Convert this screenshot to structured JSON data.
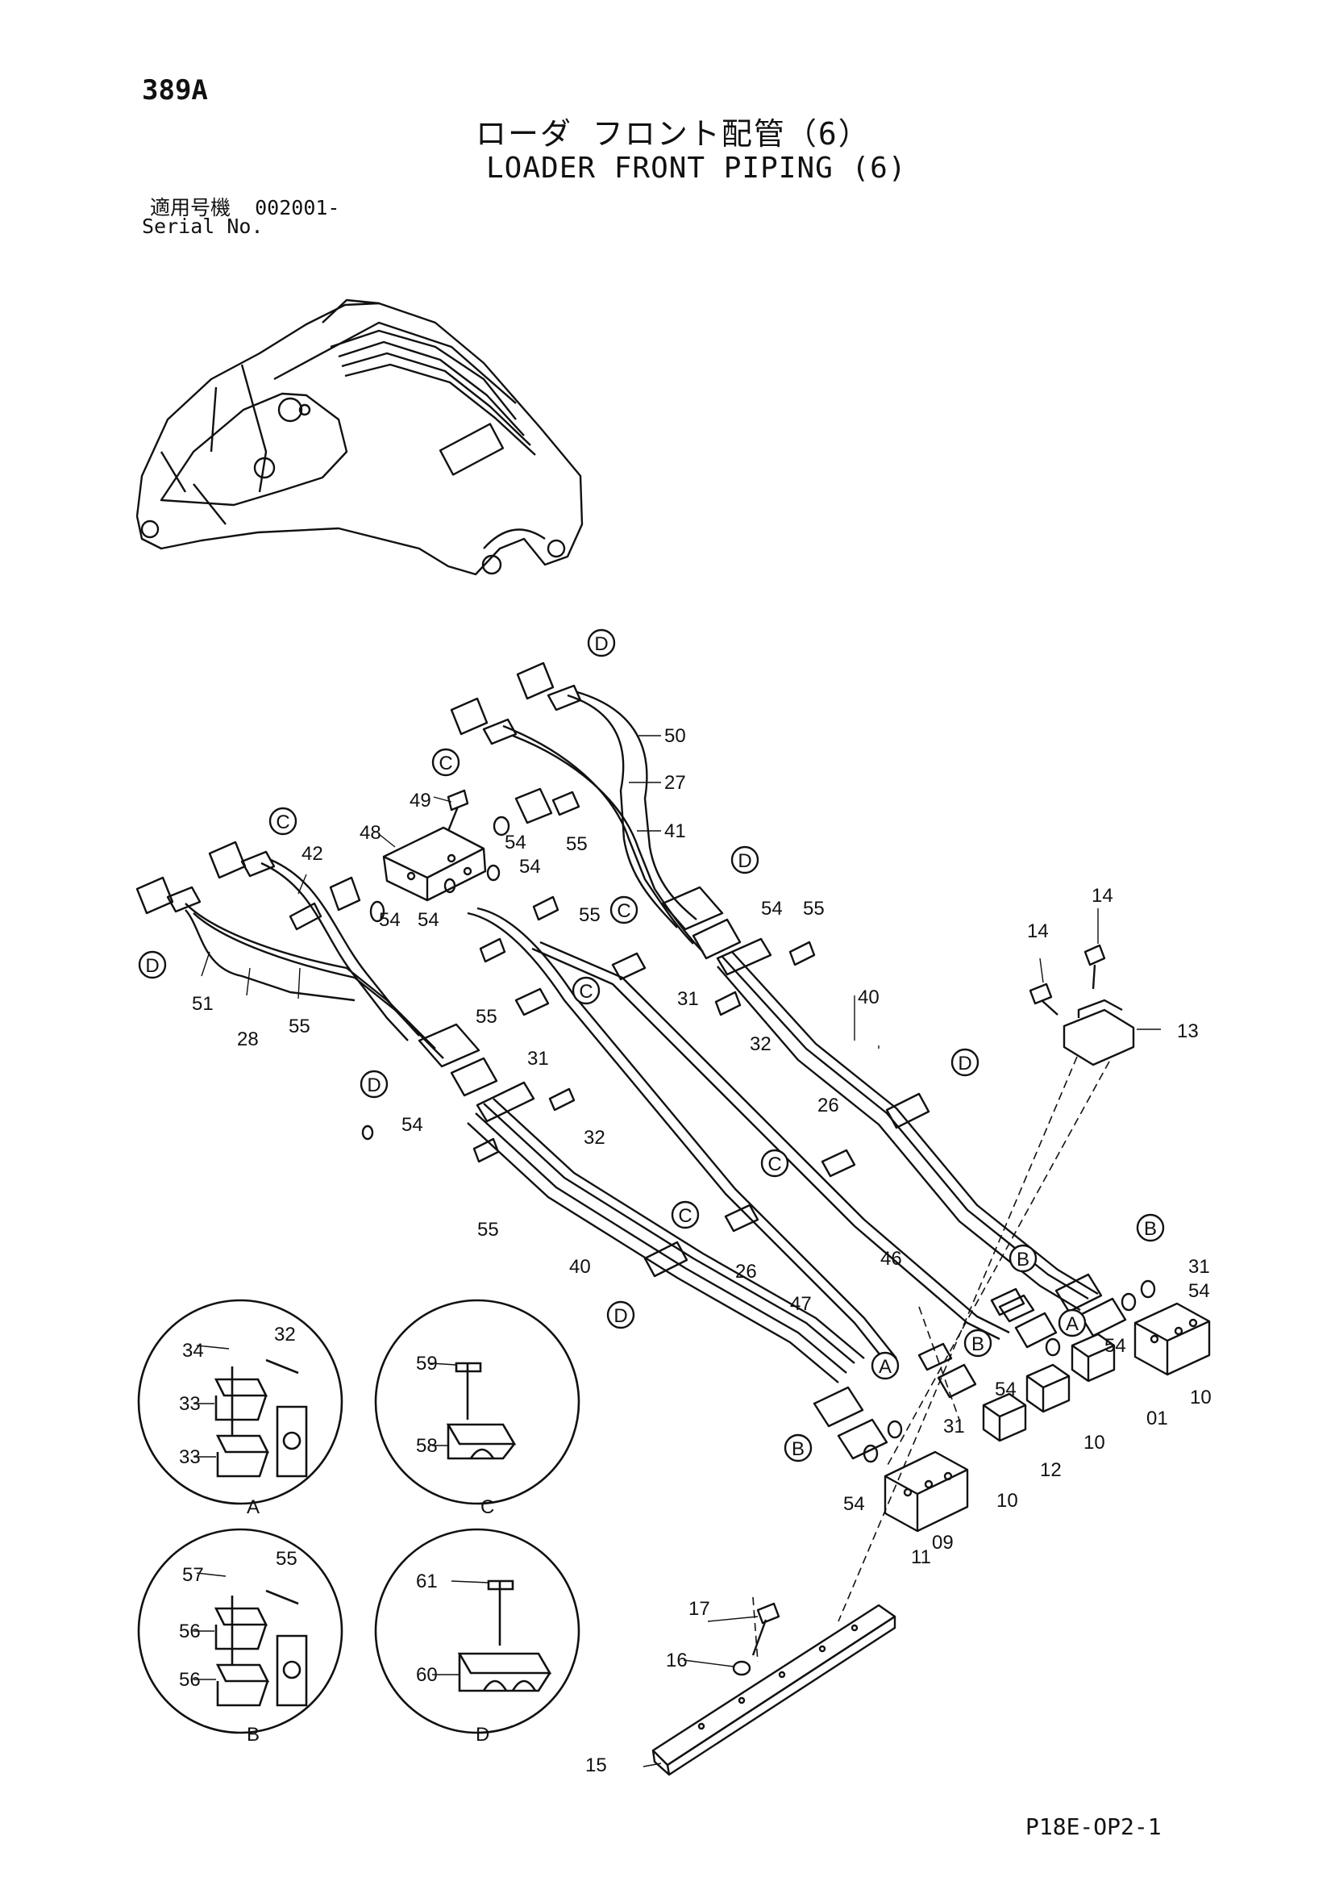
{
  "header": {
    "page_number": "389A",
    "title_jp": "ローダ フロント配管（6）",
    "title_en": "LOADER FRONT PIPING (6)",
    "serial_label_jp": "適用号機",
    "serial_value": "002001-",
    "serial_label_en": "Serial No."
  },
  "footer": {
    "drawing_code": "P18E-OP2-1"
  },
  "ref_markers": {
    "A": "A",
    "B": "B",
    "C": "C",
    "D": "D"
  },
  "part_labels": {
    "p01": "01",
    "p09": "09",
    "p10": "10",
    "p11": "11",
    "p12": "12",
    "p13": "13",
    "p14": "14",
    "p15": "15",
    "p16": "16",
    "p17": "17",
    "p26": "26",
    "p27": "27",
    "p28": "28",
    "p31": "31",
    "p32": "32",
    "p33": "33",
    "p34": "34",
    "p40": "40",
    "p41": "41",
    "p42": "42",
    "p46": "46",
    "p47": "47",
    "p48": "48",
    "p49": "49",
    "p50": "50",
    "p51": "51",
    "p54": "54",
    "p55": "55",
    "p56": "56",
    "p57": "57",
    "p58": "58",
    "p59": "59",
    "p60": "60",
    "p61": "61"
  },
  "detail_views": [
    {
      "letter": "A",
      "parts": [
        "34",
        "32",
        "33",
        "33"
      ]
    },
    {
      "letter": "C",
      "parts": [
        "59",
        "58"
      ]
    },
    {
      "letter": "B",
      "parts": [
        "57",
        "55",
        "56",
        "56"
      ]
    },
    {
      "letter": "D",
      "parts": [
        "61",
        "60"
      ]
    }
  ]
}
